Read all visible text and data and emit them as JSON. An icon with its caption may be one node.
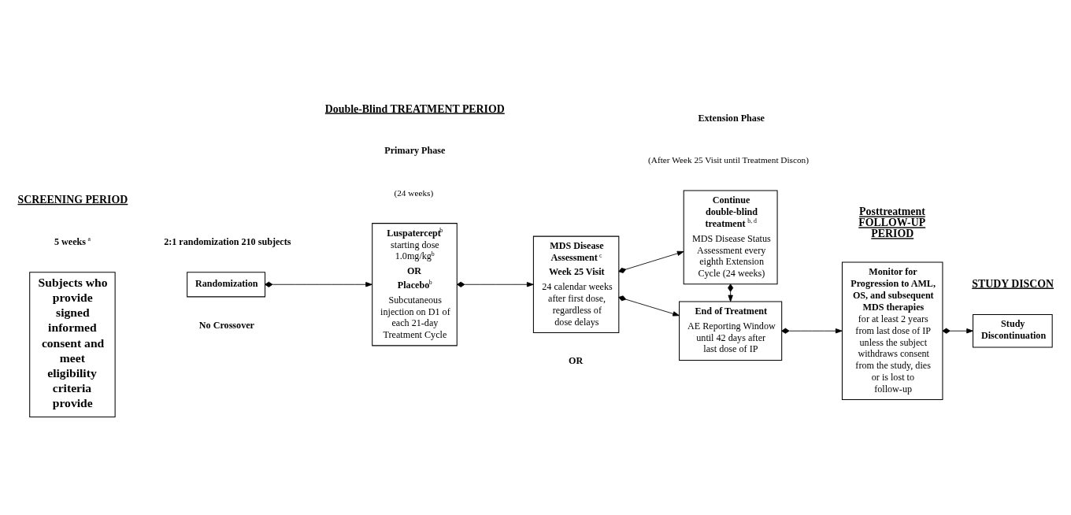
{
  "diagram": {
    "nodes": [
      {
        "text": [
          "Subjects who provide signed informed consent and meet eligibility criteria provide"
        ]
      },
      {
        "text": [
          "Randomization"
        ]
      },
      {
        "text": [
          "**Luspatercept**$^{b}$ starting dose 1.0mg/kg$^{b}$",
          "OR",
          "Placebo$^{b}$",
          "Subcutaneous injection on D1 of each 21-day Treatment Cycle"
        ]
      },
      {
        "text": [
          "MDS Disease Assessment $^{c}$",
          "Week 25 Visit",
          "24 calendar weeks after first dose, regardless of dose delays"
        ]
      },
      {
        "text": [
          "Continue double-blind treatment $^{b, d}$",
          "MDS Disease Status Assessment every eighth Extension Cycle (24 weeks)"
        ]
      },
      {
        "text": [
          "End of Treatment",
          "AE Reporting Window until 42 days after last dose of IP"
        ]
      },
      {
        "text": [
          "**Monitor for Progression to AML, OS, and subsequent MDS therapies** for at least 2 years from last dose of IP unless the subject withdraws consent from the study, dies or is lost to follow-up"
        ]
      },
      {
        "text": [
          "Study Discontinuation"
        ]
      }
    ],
    "edges": [
      {
        "from": 1,
        "to": 2,
        "arrow": "to"
      },
      {
        "from": 2,
        "to": 3,
        "arrow": "to"
      },
      {
        "from": 3,
        "to": 4,
        "arrow": "to"
      },
      {
        "from": 3,
        "to": 5,
        "arrow": "to"
      },
      {
        "from": 4,
        "to": 5,
        "arrow": "to"
      },
      {
        "from": 5,
        "to": 6,
        "arrow": "to"
      },
      {
        "from": 6,
        "to": 7,
        "arrow": "to"
      }
    ],
    "labels": [
      "SCREENING PERIOD",
      "Double-Blind TREATMENT PERIOD",
      "Posttreatment FOLLOW-UP PERIOD",
      "STUDY DISCON",
      "5 weeks $^{a}$",
      "Primary Phase",
      "(24 weeks)",
      "Extension Phase",
      "(After Week 25 Visit until Treatment Discon)",
      "2:1 randomization 210 subjects",
      "OR",
      "No Crossover"
    ]
  }
}
